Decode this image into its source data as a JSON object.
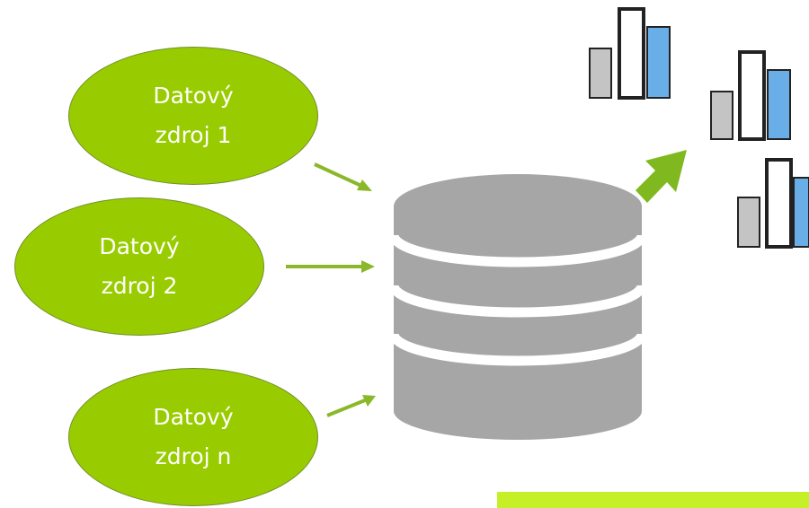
{
  "diagram": {
    "sources": [
      {
        "line1": "Datový",
        "line2": "zdroj 1"
      },
      {
        "line1": "Datový",
        "line2": "zdroj 2"
      },
      {
        "line1": "Datový",
        "line2": "zdroj n"
      }
    ],
    "colors": {
      "source_fill": "#99cc00",
      "arrow": "#8ab82a",
      "database": "#a6a6a6",
      "bar_gray": "#c4c4c4",
      "bar_white": "#ffffff",
      "bar_blue": "#6aaee8",
      "bar_outline": "#222222",
      "accent_bar": "#c5f028"
    },
    "icons": {
      "database": "database-icon",
      "report": "bar-chart-icon",
      "output_arrow": "arrow-up-right-icon"
    }
  }
}
